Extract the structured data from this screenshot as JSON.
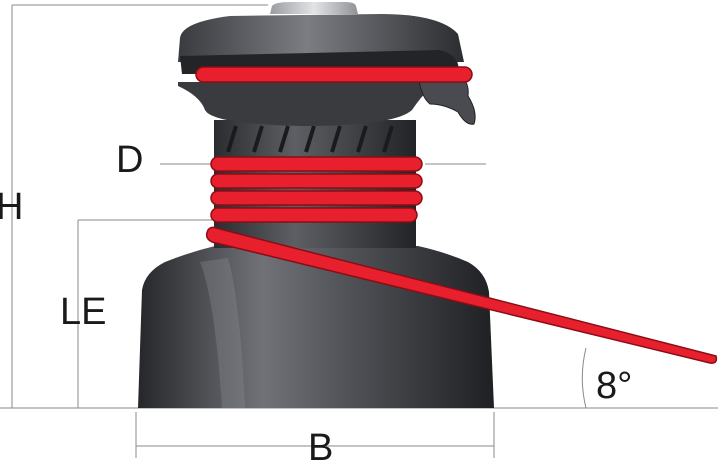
{
  "diagram": {
    "subject": "winch-with-rope",
    "labels": {
      "height": "H",
      "line_entry": "LE",
      "drum_diameter": "D",
      "base": "B",
      "angle": "8°"
    },
    "colors": {
      "rope": "#e8202e",
      "rope_outline": "#8b0d15",
      "body_dark": "#2a2b2e",
      "body_light": "#6e7076",
      "dimension_lines": "#8a8a8a"
    }
  }
}
